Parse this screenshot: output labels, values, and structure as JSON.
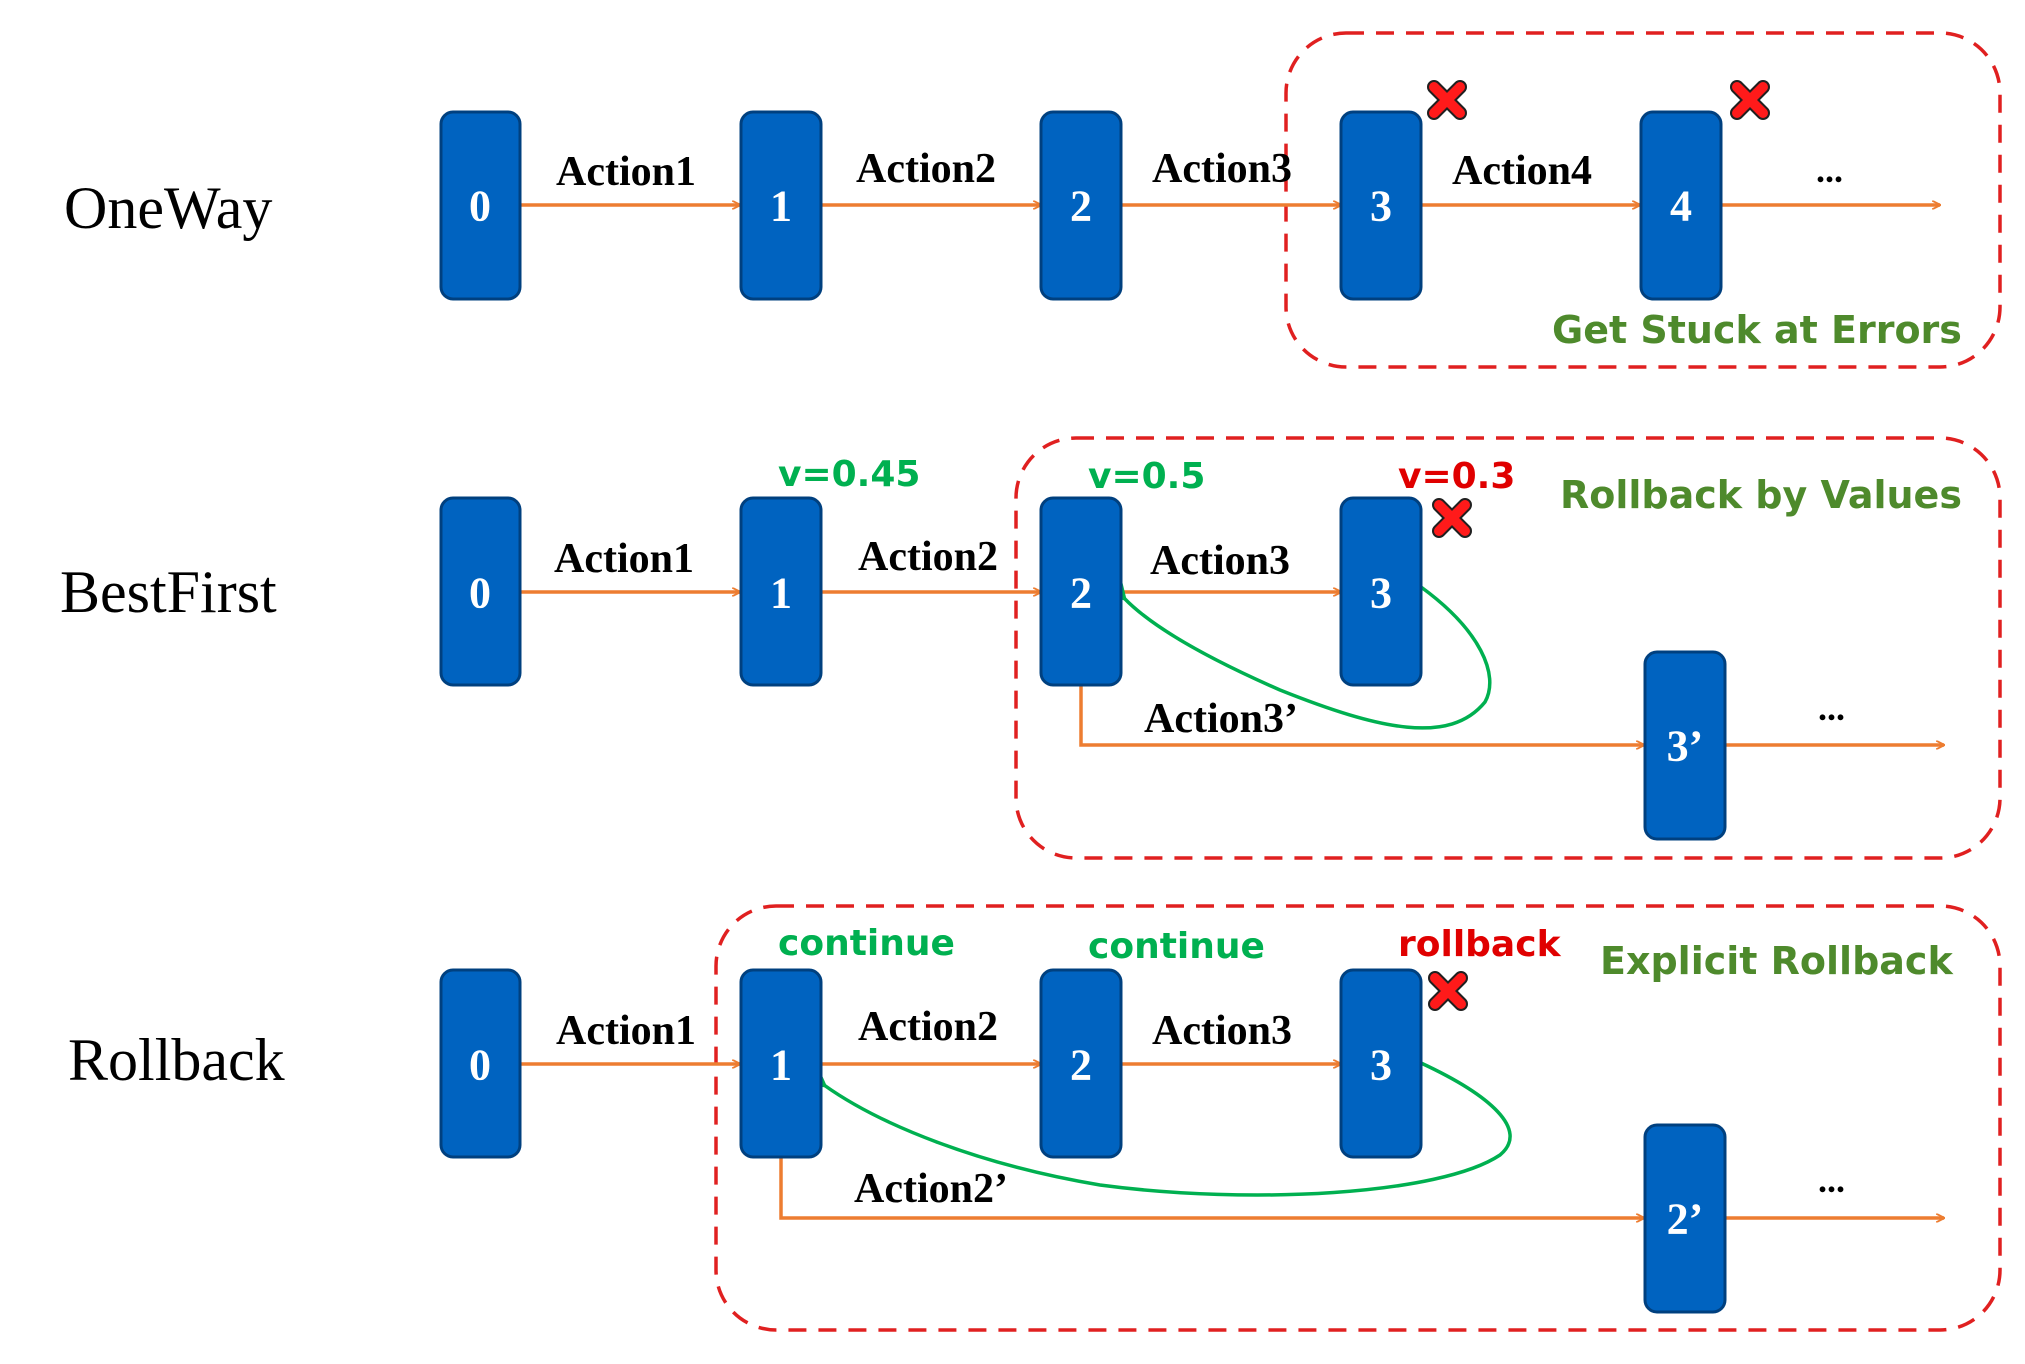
{
  "colors": {
    "node_fill": "#0063c0",
    "edge": "#ed7d31",
    "loop": "#00b050",
    "group_border": "#e02020",
    "value_good": "#00b050",
    "value_bad": "#e00000",
    "box_title": "#4e8a2c"
  },
  "rows": {
    "oneway": {
      "label": "OneWay",
      "nodes": [
        "0",
        "1",
        "2",
        "3",
        "4"
      ],
      "actions": [
        "Action1",
        "Action2",
        "Action3",
        "Action4"
      ],
      "ellipsis": "...",
      "box_title": "Get Stuck at Errors",
      "error_marks": [
        "x-mark-icon",
        "x-mark-icon"
      ]
    },
    "bestfirst": {
      "label": "BestFirst",
      "nodes": [
        "0",
        "1",
        "2",
        "3",
        "3’"
      ],
      "actions": [
        "Action1",
        "Action2",
        "Action3",
        "Action3’"
      ],
      "values": [
        "v=0.45",
        "v=0.5",
        "v=0.3"
      ],
      "ellipsis": "...",
      "box_title": "Rollback by Values",
      "error_marks": [
        "x-mark-icon"
      ]
    },
    "rollback": {
      "label": "Rollback",
      "nodes": [
        "0",
        "1",
        "2",
        "3",
        "2’"
      ],
      "actions": [
        "Action1",
        "Action2",
        "Action3",
        "Action2’"
      ],
      "decisions": [
        "continue",
        "continue",
        "rollback"
      ],
      "ellipsis": "...",
      "box_title": "Explicit Rollback",
      "error_marks": [
        "x-mark-icon"
      ]
    }
  }
}
